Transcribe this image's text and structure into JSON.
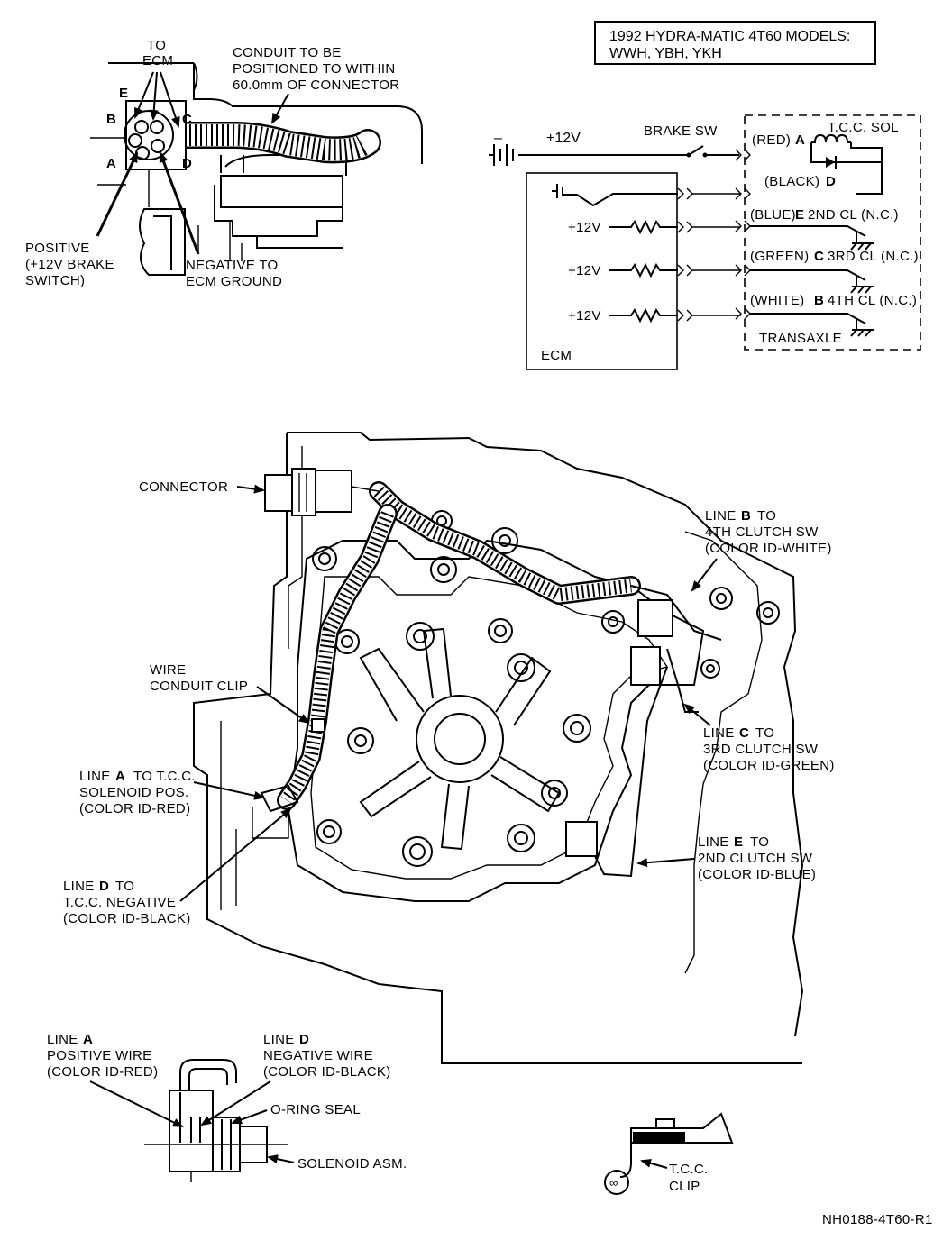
{
  "title_box": {
    "line1": "1992 HYDRA-MATIC 4T60 MODELS:",
    "line2": "WWH, YBH, YKH"
  },
  "connector_detail": {
    "to_ecm_1": "TO",
    "to_ecm_2": "ECM",
    "pin_e": "E",
    "pin_b": "B",
    "pin_c": "C",
    "pin_a": "A",
    "pin_d": "D",
    "conduit_note_1": "CONDUIT TO BE",
    "conduit_note_2": "POSITIONED TO WITHIN",
    "conduit_note_3": "60.0mm OF CONNECTOR",
    "positive_1": "POSITIVE",
    "positive_2": "(+12V BRAKE",
    "positive_3": "SWITCH)",
    "negative_1": "NEGATIVE TO",
    "negative_2": "ECM GROUND"
  },
  "schematic": {
    "minus": "–",
    "battery_v": "+12V",
    "brake_sw": "BRAKE SW",
    "tcc_sol": "T.C.C. SOL",
    "red_a_pre": "(RED)",
    "red_a_letter": "A",
    "black_d_pre": "(BLACK)",
    "black_d_letter": "D",
    "blue_pre": "(BLUE)",
    "blue_letter": "E",
    "blue_post": "2ND CL (N.C.)",
    "green_pre": "(GREEN)",
    "green_letter": "C",
    "green_post": "3RD CL (N.C.)",
    "white_pre": "(WHITE)",
    "white_letter": "B",
    "white_post": "4TH CL (N.C.)",
    "ecm_v1": "+12V",
    "ecm_v2": "+12V",
    "ecm_v3": "+12V",
    "ecm": "ECM",
    "transaxle": "TRANSAXLE"
  },
  "main_view": {
    "connector": "CONNECTOR",
    "line_b_1_letter": "B",
    "line_b_1_pre": "LINE",
    "line_b_1_post": "TO",
    "line_b_2": "4TH CLUTCH SW",
    "line_b_3": "(COLOR ID-WHITE)",
    "wire_clip_1": "WIRE",
    "wire_clip_2": "CONDUIT CLIP",
    "line_a_pre": "LINE",
    "line_a_letter": "A",
    "line_a_post": "TO T.C.C.",
    "line_a_2": "SOLENOID POS.",
    "line_a_3": "(COLOR ID-RED)",
    "line_c_pre": "LINE",
    "line_c_letter": "C",
    "line_c_post": "TO",
    "line_c_2": "3RD CLUTCH SW",
    "line_c_3": "(COLOR ID-GREEN)",
    "line_d_pre": "LINE",
    "line_d_letter": "D",
    "line_d_post": "TO",
    "line_d_2": "T.C.C. NEGATIVE",
    "line_d_3": "(COLOR ID-BLACK)",
    "line_e_pre": "LINE",
    "line_e_letter": "E",
    "line_e_post": "TO",
    "line_e_2": "2ND CLUTCH SW",
    "line_e_3": "(COLOR ID-BLUE)"
  },
  "solenoid_detail": {
    "line_a_pre": "LINE",
    "line_a_letter": "A",
    "line_a_2": "POSITIVE WIRE",
    "line_a_3": "(COLOR ID-RED)",
    "line_d_pre": "LINE",
    "line_d_letter": "D",
    "line_d_2": "NEGATIVE WIRE",
    "line_d_3": "(COLOR ID-BLACK)",
    "oring": "O-RING SEAL",
    "solenoid": "SOLENOID ASM."
  },
  "clip_detail": {
    "label_1": "T.C.C.",
    "label_2": "CLIP"
  },
  "figure_id": "NH0188-4T60-R1"
}
